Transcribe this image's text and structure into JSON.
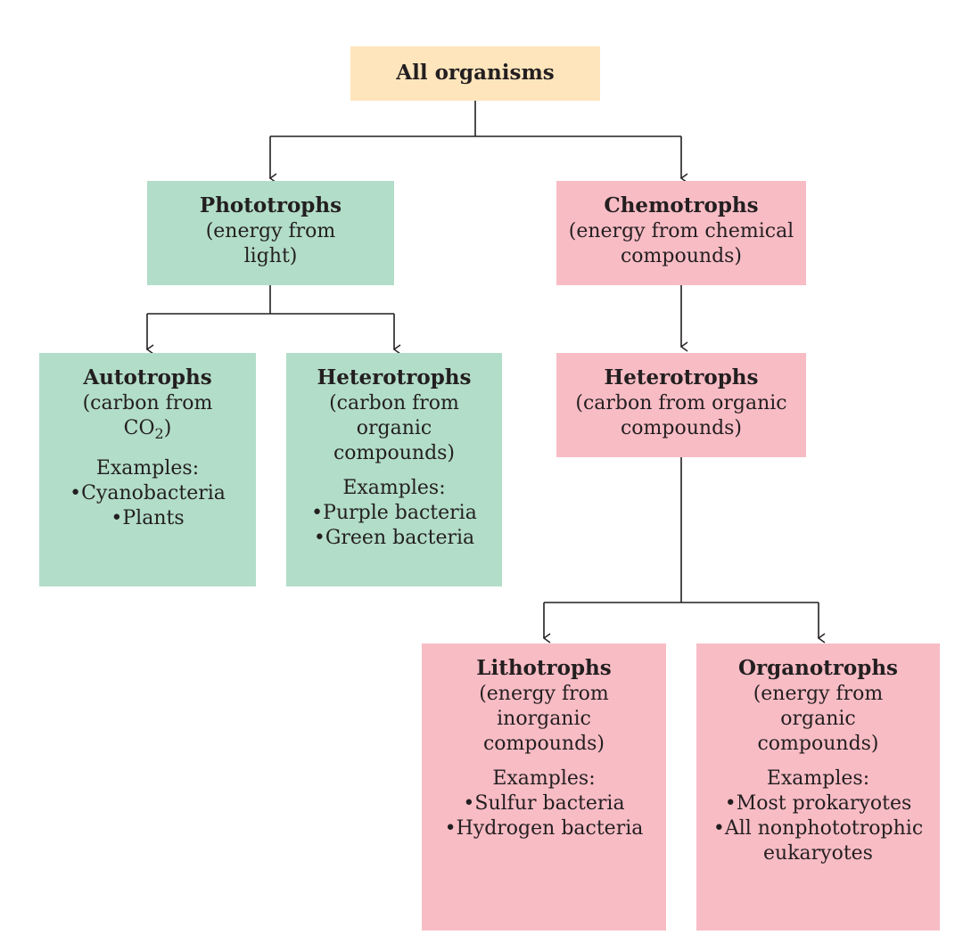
{
  "diagram": {
    "colors": {
      "root": "#fee5bc",
      "green": "#b2ddc9",
      "pink": "#f8bcc5",
      "line": "#231f20"
    },
    "root": {
      "title": "All organisms"
    },
    "phototrophs": {
      "title": "Phototrophs",
      "desc": "(energy from light)"
    },
    "chemotrophs": {
      "title": "Chemotrophs",
      "desc": "(energy from chemical compounds)"
    },
    "autotrophs": {
      "title": "Autotrophs",
      "desc_prefix": "(carbon from CO",
      "desc_sub": "2",
      "desc_suffix": ")",
      "examples_label": "Examples:",
      "examples": [
        "Cyanobacteria",
        "Plants"
      ]
    },
    "photo_heterotrophs": {
      "title": "Heterotrophs",
      "desc": "(carbon from organic compounds)",
      "examples_label": "Examples:",
      "examples": [
        "Purple bacteria",
        "Green bacteria"
      ]
    },
    "chemo_heterotrophs": {
      "title": "Heterotrophs",
      "desc": "(carbon from organic compounds)"
    },
    "lithotrophs": {
      "title": "Lithotrophs",
      "desc": "(energy from inorganic compounds)",
      "examples_label": "Examples:",
      "examples": [
        "Sulfur bacteria",
        "Hydrogen bacteria"
      ]
    },
    "organotrophs": {
      "title": "Organotrophs",
      "desc": "(energy from organic compounds)",
      "examples_label": "Examples:",
      "examples": [
        "Most prokaryotes",
        "All nonphototrophic eukaryotes"
      ]
    }
  }
}
